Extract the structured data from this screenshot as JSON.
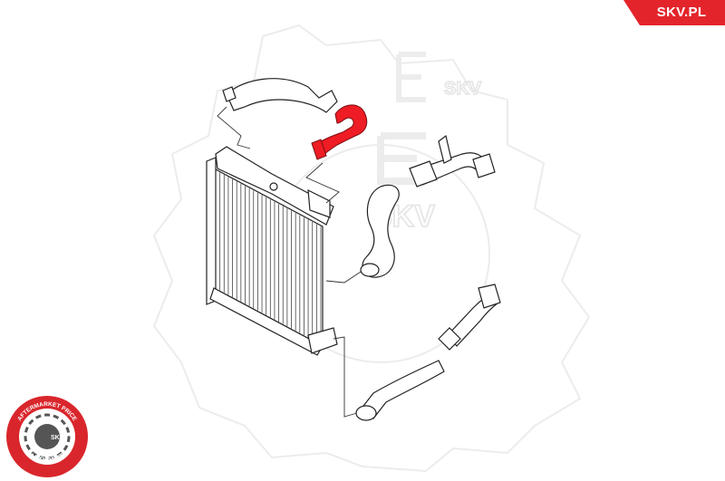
{
  "brand": {
    "site_label": "SKV.PL",
    "accent_color": "#e3242b"
  },
  "watermark": {
    "text_top": "SKV",
    "text_mid": "SKV",
    "color": "#ededed"
  },
  "seal": {
    "ring_top_text": "AFTERMARKET PRICE",
    "ring_bottom_text": "AUTO PARTS",
    "center_text": "SKV",
    "color": "#d9262c"
  },
  "diagram": {
    "highlighted_part": "intercooler-pipe",
    "highlight_color": "#ee1c24",
    "line_color": "#222222"
  }
}
